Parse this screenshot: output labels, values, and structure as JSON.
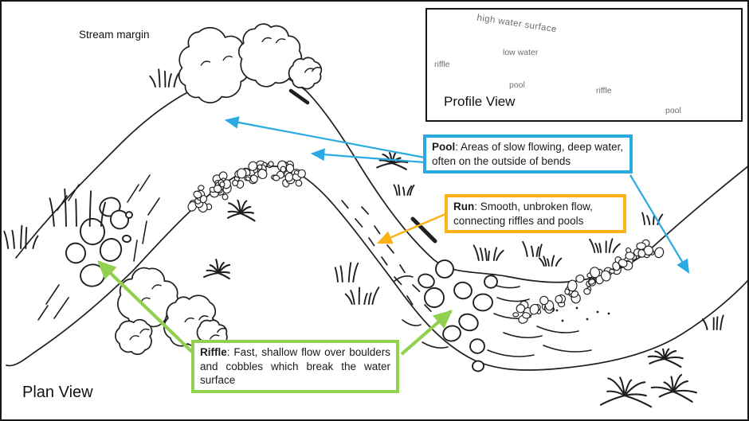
{
  "labels": {
    "stream_margin": "Stream margin",
    "plan_view": "Plan View",
    "profile_view": "Profile View"
  },
  "profile_inset": {
    "high_water": "high water surface",
    "low_water": "low water",
    "riffle_left": "riffle",
    "pool_left": "pool",
    "riffle_right": "riffle",
    "pool_right": "pool"
  },
  "callouts": {
    "pool": {
      "term": "Pool",
      "desc": ": Areas of slow flowing, deep water, often on the outside of bends"
    },
    "run": {
      "term": "Run",
      "desc": ": Smooth, unbroken flow, connecting riffles and pools"
    },
    "riffle": {
      "term": "Riffle",
      "desc": ": Fast, shallow flow over boulders and cobbles which break the water surface"
    }
  },
  "colors": {
    "pool_accent": "#29abe2",
    "run_accent": "#fcb216",
    "riffle_accent": "#92d050",
    "ink": "#1f1f1f",
    "profile_gray": "#d8d8d8",
    "profile_label_gray": "#6e6e6e"
  }
}
